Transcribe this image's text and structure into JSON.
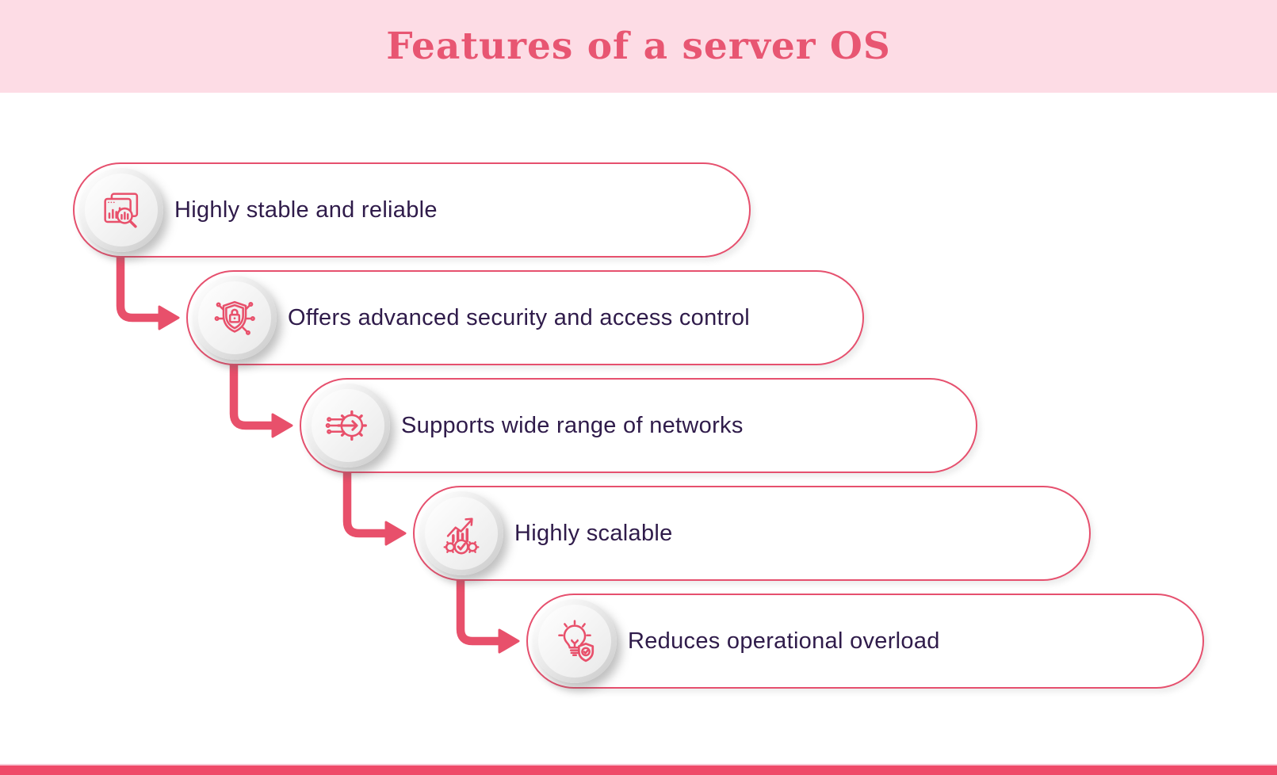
{
  "page": {
    "title": "Features of a server OS"
  },
  "theme": {
    "header_bg": "#fddce5",
    "title_color": "#e85672",
    "accent": "#e8506b",
    "pill_border": "#e6506e",
    "text_color": "#2f1b4a",
    "icon_stroke": "#e8506b",
    "bottom_bar": "#ef4a68"
  },
  "features": [
    {
      "label": "Highly stable and reliable",
      "icon": "analytics-search-icon"
    },
    {
      "label": "Offers advanced security and access control",
      "icon": "security-shield-lock-icon"
    },
    {
      "label": "Supports wide range of networks",
      "icon": "gear-circuit-arrow-icon"
    },
    {
      "label": "Highly scalable",
      "icon": "growth-chart-gears-icon"
    },
    {
      "label": "Reduces operational overload",
      "icon": "lightbulb-shield-icon"
    }
  ]
}
